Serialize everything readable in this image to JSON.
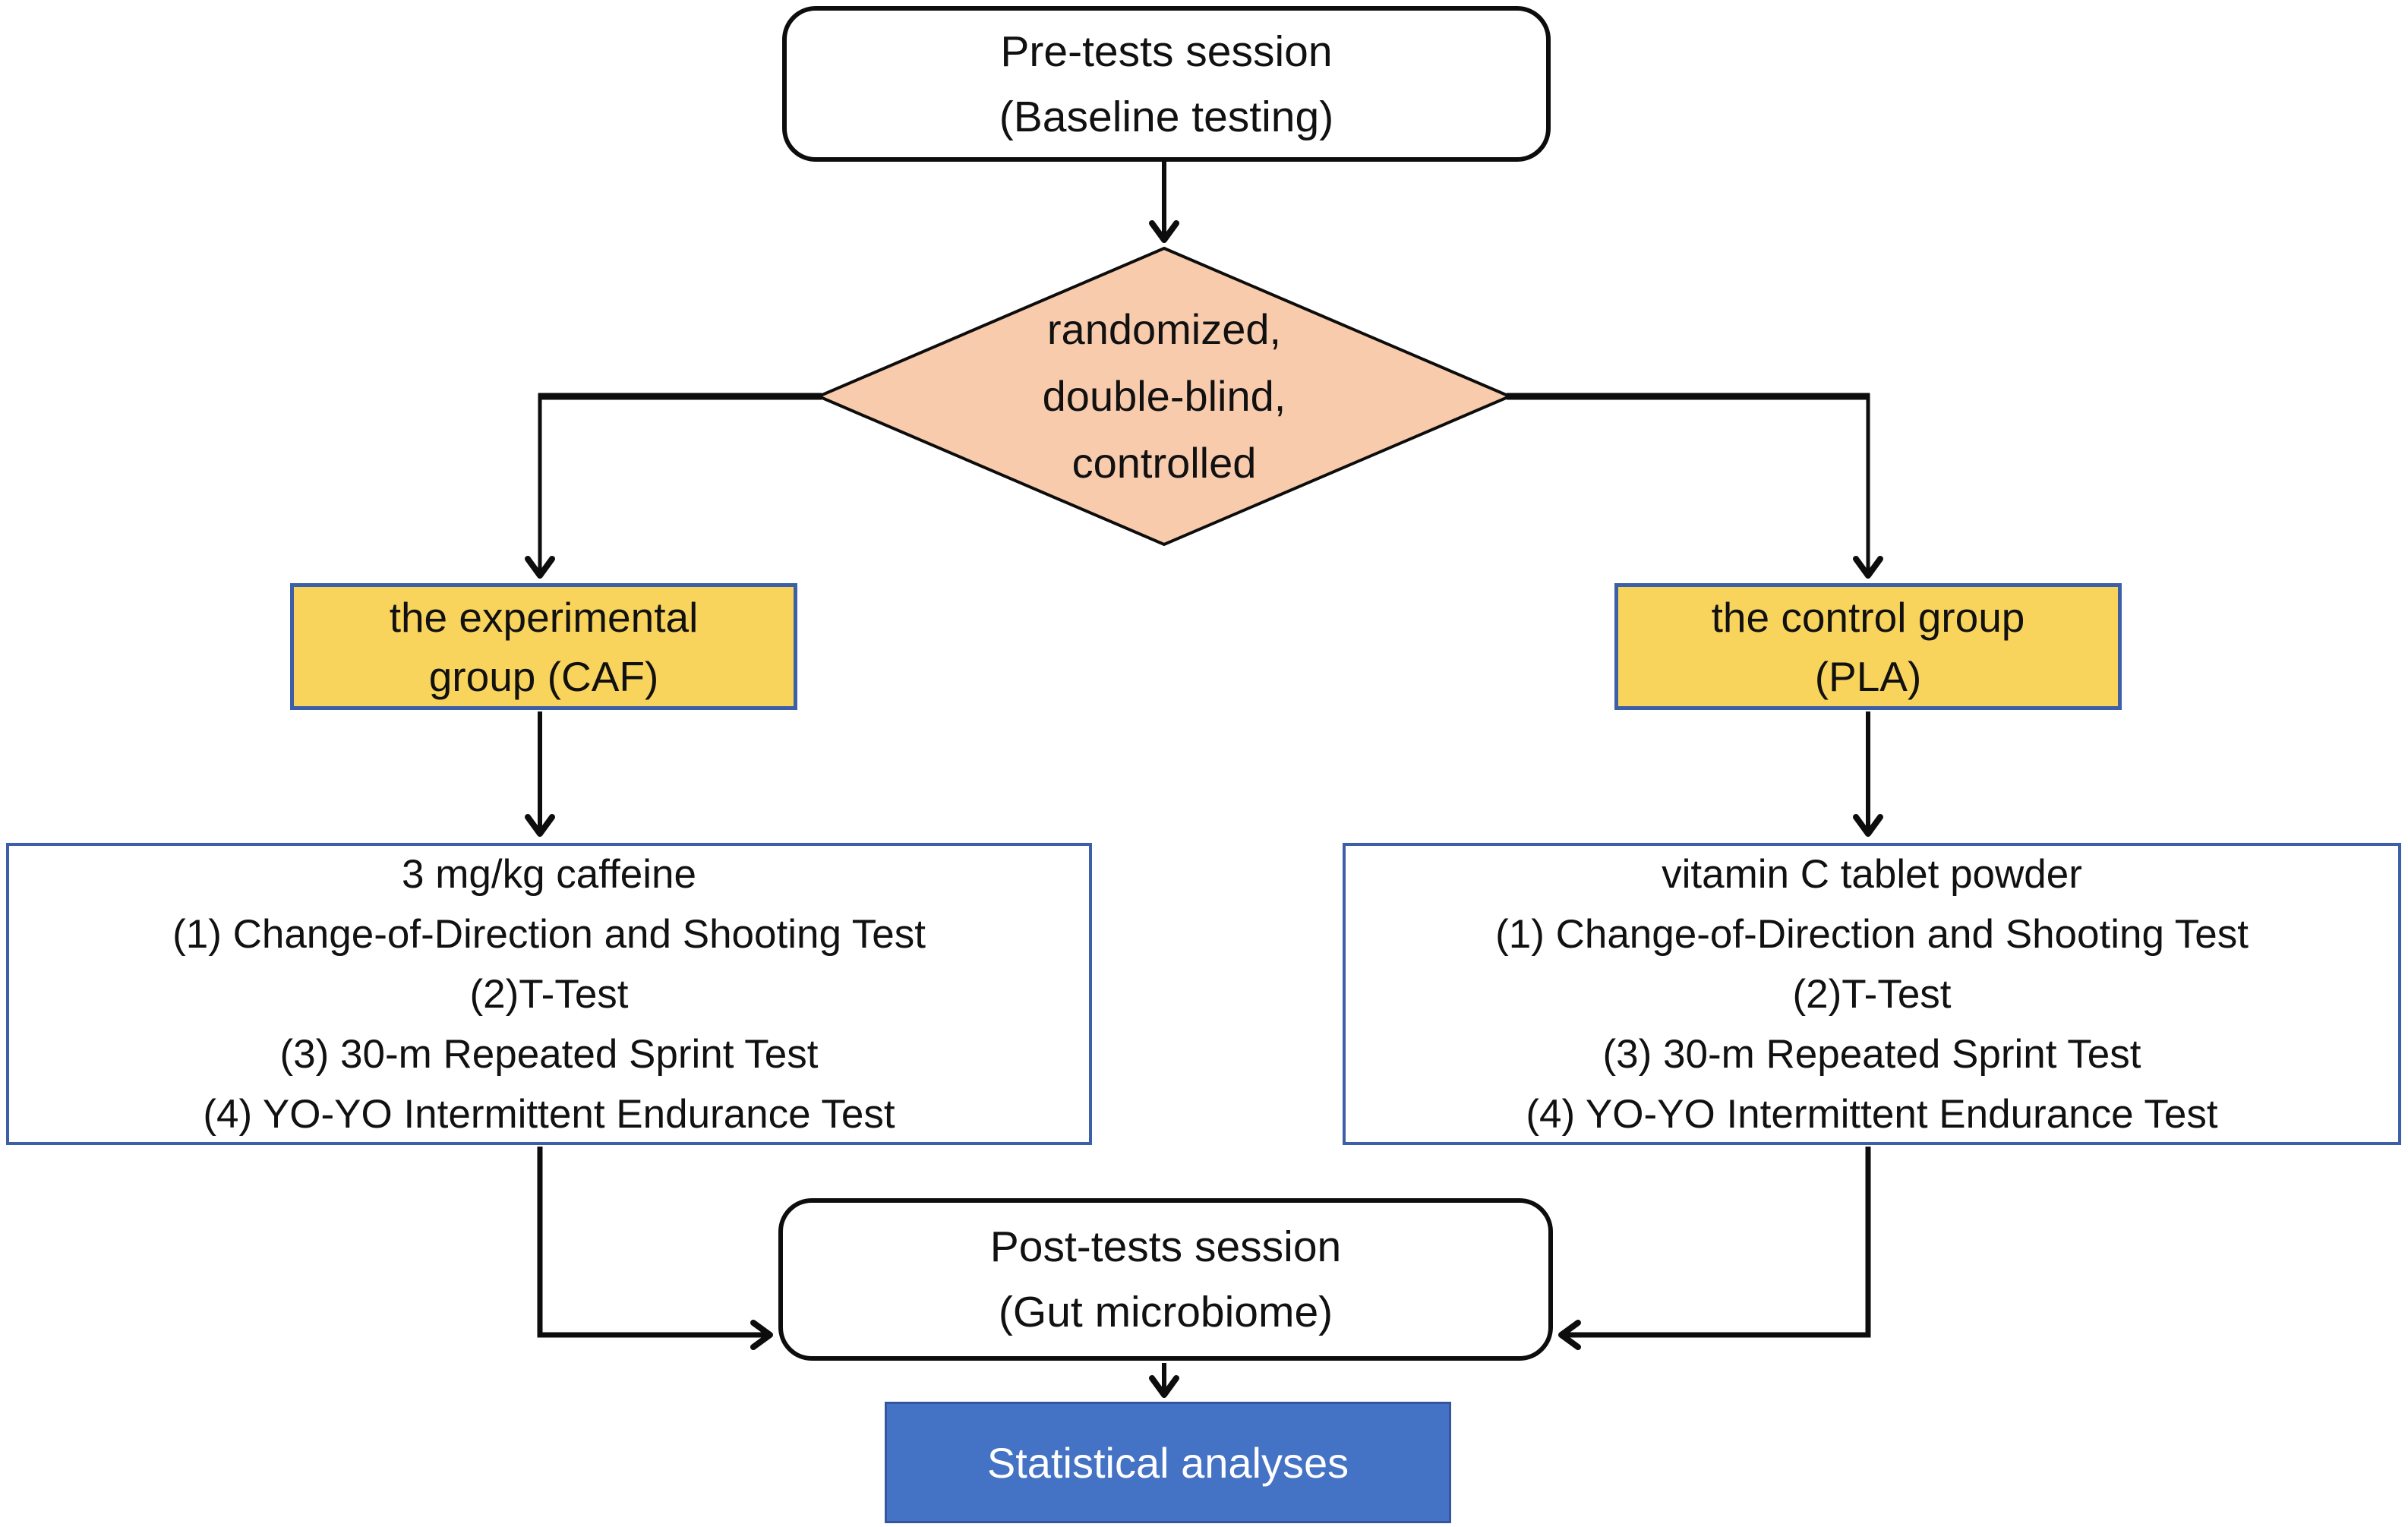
{
  "diagram": {
    "kind": "study-design-flowchart",
    "nodes": {
      "pretests": {
        "lines": [
          "Pre-tests session",
          "(Baseline testing)"
        ]
      },
      "randomization": {
        "lines": [
          "randomized,",
          "double-blind,",
          "controlled"
        ]
      },
      "experimental_group": {
        "lines": [
          "the experimental",
          "group (CAF)"
        ]
      },
      "control_group": {
        "lines": [
          "the control group",
          "(PLA)"
        ]
      },
      "experimental_protocol": {
        "lines": [
          "3 mg/kg caffeine",
          "(1) Change-of-Direction and Shooting Test",
          "(2)T-Test",
          "(3) 30-m Repeated Sprint Test",
          "(4) YO-YO Intermittent Endurance Test"
        ]
      },
      "control_protocol": {
        "lines": [
          "vitamin C tablet powder",
          "(1) Change-of-Direction and Shooting Test",
          "(2)T-Test",
          "(3) 30-m Repeated Sprint Test",
          "(4) YO-YO Intermittent Endurance Test"
        ]
      },
      "posttests": {
        "lines": [
          "Post-tests session",
          "(Gut microbiome)"
        ]
      },
      "statistics": {
        "label": "Statistical analyses"
      }
    },
    "colors": {
      "diamond_fill": "#F8CBAD",
      "group_fill": "#F9D45C",
      "blue_border": "#3D5FA8",
      "stats_fill": "#4472C4",
      "stats_text": "#FFFFFF",
      "connector": "#0D0D0D",
      "text": "#111111"
    }
  }
}
